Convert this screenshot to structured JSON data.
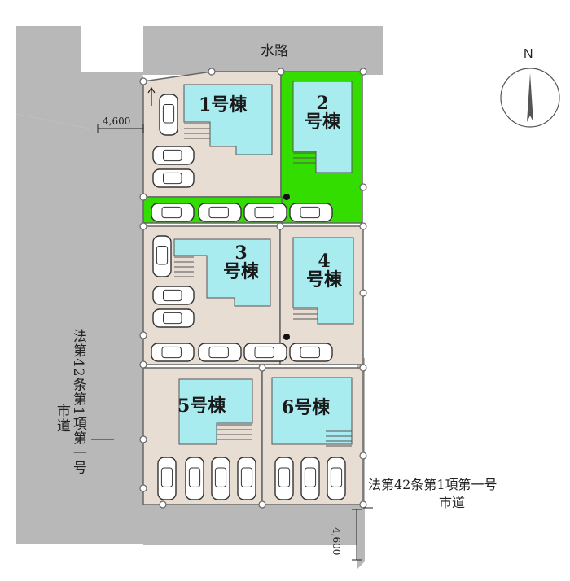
{
  "labels": {
    "waterway": "水路",
    "north": "N",
    "road_left": "法第42条第1項第一号市道",
    "road_left_col1": "法第42条第1項第一号",
    "road_left_col2": "市道",
    "road_bottom_line1": "法第42条第1項第一号",
    "road_bottom_line2": "市道",
    "dim_left": "4,600",
    "dim_bottom": "4,600"
  },
  "lots": [
    {
      "id": "1",
      "label": "1号棟",
      "line1": "1号棟",
      "line2": ""
    },
    {
      "id": "2",
      "label": "2号棟",
      "line1": "2",
      "line2": "号棟"
    },
    {
      "id": "3",
      "label": "3号棟",
      "line1": "3",
      "line2": "号棟"
    },
    {
      "id": "4",
      "label": "4号棟",
      "line1": "4",
      "line2": "号棟"
    },
    {
      "id": "5",
      "label": "5号棟",
      "line1": "5号棟",
      "line2": ""
    },
    {
      "id": "6",
      "label": "6号棟",
      "line1": "6号棟",
      "line2": ""
    }
  ],
  "colors": {
    "road": "#b8b8b8",
    "lot": "#e8ddd2",
    "house": "#a8ecf0",
    "highlight": "#33dd00",
    "outline": "#666666"
  }
}
